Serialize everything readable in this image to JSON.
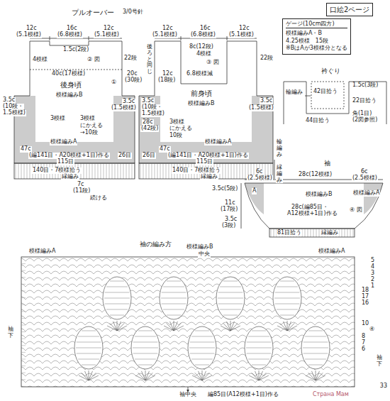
{
  "diagram": {
    "nodes": [
      {
        "text": [
          "口絵2ページ"
        ]
      },
      {
        "text": [
          "ゲージ(10cm四方)",
          "模様編みA・B",
          "4.25模様　15段",
          "※BはAが3模様分となる"
        ]
      }
    ],
    "labels": [
      "プルオーバー",
      "3/0号針",
      "12c",
      "(5.1模様)",
      "16c",
      "(6.8模様)",
      "12c",
      "(5.1模様)",
      "1.5c(2段)",
      "4模様",
      "② 図",
      "22段",
      "40c(17模様)",
      "後身頃",
      "①",
      "模様編みB",
      "3.5c",
      "(10段・",
      "1.5模様)",
      "3.5c",
      "(1.5模様)",
      "3模様",
      "3模様",
      "にかえる",
      "→10段",
      "模様編みA",
      "47c",
      "(編141目・A20模様+1目)作る",
      "115目",
      "26目",
      "140目・7模様拾う",
      "縁編み",
      "7c",
      "(11段)",
      "続ける",
      "12c",
      "(5.1模様)",
      "16c",
      "(6.8模様)",
      "12c",
      "(5.1模様)",
      "8c(12段)",
      "4模様",
      "③ 図",
      "22段",
      "20c",
      "(30段)",
      "後ろと同じ",
      "12c",
      "(18段)",
      "6.8模様減",
      "前身頃",
      "模様編みB",
      "3.5c",
      "(10段・",
      "1.5模様)",
      "3.5c",
      "(1.5模様)",
      "28c",
      "(42段)",
      "3模様",
      "にかえる",
      "10段",
      "模様編みA",
      "47c",
      "(編141目・A20模様+1目)作る",
      "115目",
      "26目",
      "140目・7模様拾う",
      "縁編み",
      "輪編み",
      "縁編み",
      "衿ぐり",
      "輪編み",
      "42目拾う",
      "1.5c(3段)",
      "22目拾う",
      "44目拾う",
      "角(1目)",
      "(2図参照)",
      "袖",
      "6c",
      "(2.5模様)",
      "28c(12模様)",
      "6c",
      "(2.5模様)",
      "3.5c(5段)",
      "11c",
      "(17段)",
      "3.5c",
      "(3段)",
      "A",
      "模様編みB",
      "模様編みA",
      "28c(編85目・",
      "A12模様+1目)作る",
      "④ 図",
      "81目拾う",
      "縁編み",
      "袖の編み方",
      "模様編みA",
      "模様編みB",
      "中央",
      "模様編みA",
      "5",
      "4",
      "3",
      "2",
      "1",
      "18",
      "17",
      "16",
      "10",
      "④",
      "8",
      "7",
      "6",
      "袖下",
      "袖下",
      "袖中央",
      "編85目(A12模様+1目)作る",
      "33",
      "Страна Мам"
    ]
  }
}
